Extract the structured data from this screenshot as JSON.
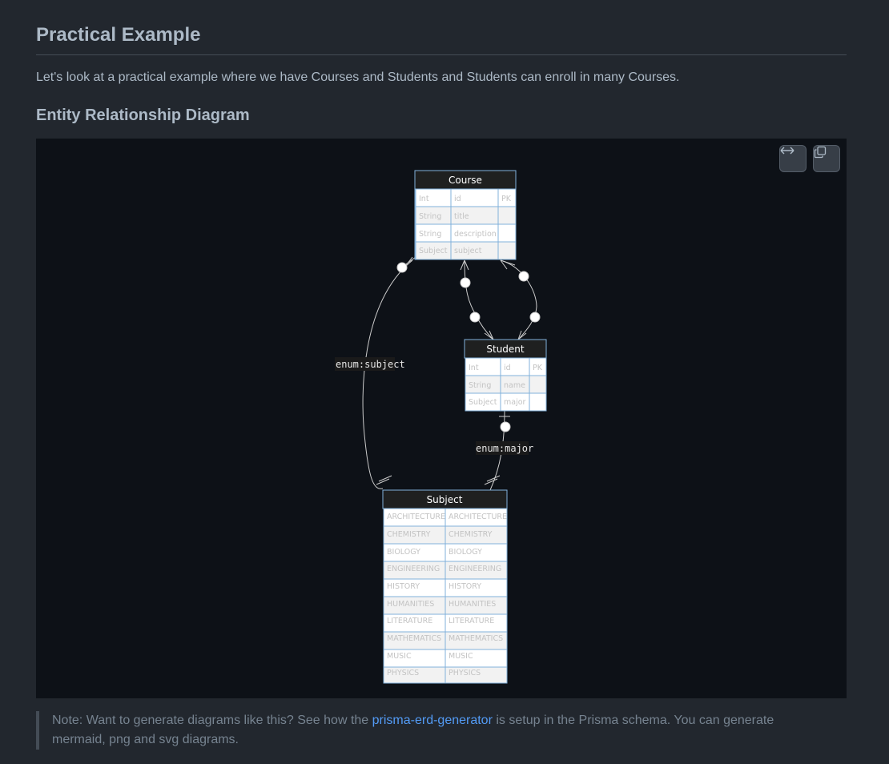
{
  "heading": "Practical Example",
  "intro": "Let's look at a practical example where we have Courses and Students and Students can enroll in many Courses.",
  "subheading": "Entity Relationship Diagram",
  "controls": {
    "expand_icon": "expand-horizontal-icon",
    "copy_icon": "copy-icon"
  },
  "diagram": {
    "entities": {
      "course": {
        "name": "Course",
        "rows": [
          [
            "Int",
            "id",
            "PK"
          ],
          [
            "String",
            "title",
            ""
          ],
          [
            "String",
            "description",
            ""
          ],
          [
            "Subject",
            "subject",
            ""
          ]
        ]
      },
      "student": {
        "name": "Student",
        "rows": [
          [
            "Int",
            "id",
            "PK"
          ],
          [
            "String",
            "name",
            ""
          ],
          [
            "Subject",
            "major",
            ""
          ]
        ]
      },
      "subject": {
        "name": "Subject",
        "rows": [
          [
            "ARCHITECTURE",
            "ARCHITECTURE"
          ],
          [
            "CHEMISTRY",
            "CHEMISTRY"
          ],
          [
            "BIOLOGY",
            "BIOLOGY"
          ],
          [
            "ENGINEERING",
            "ENGINEERING"
          ],
          [
            "HISTORY",
            "HISTORY"
          ],
          [
            "HUMANITIES",
            "HUMANITIES"
          ],
          [
            "LITERATURE",
            "LITERATURE"
          ],
          [
            "MATHEMATICS",
            "MATHEMATICS"
          ],
          [
            "MUSIC",
            "MUSIC"
          ],
          [
            "PHYSICS",
            "PHYSICS"
          ]
        ]
      }
    },
    "relationships": {
      "course_subject": "enum:subject",
      "student_subject": "enum:major"
    }
  },
  "note": {
    "before": "Note: Want to generate diagrams like this? See how the ",
    "link": "prisma-erd-generator",
    "after": " is setup in the Prisma schema. You can generate mermaid, png and svg diagrams."
  }
}
